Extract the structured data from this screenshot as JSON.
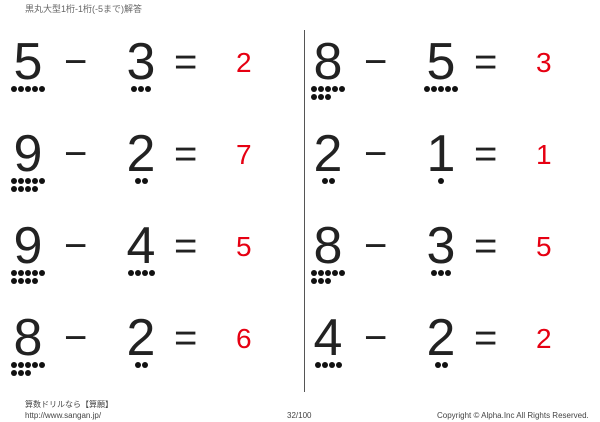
{
  "header": {
    "title": "黒丸大型1桁-1桁(-5まで)解答"
  },
  "problems": [
    {
      "a": 5,
      "b": 3,
      "answer": "2",
      "op": "−",
      "eq": "="
    },
    {
      "a": 8,
      "b": 5,
      "answer": "3",
      "op": "−",
      "eq": "="
    },
    {
      "a": 9,
      "b": 2,
      "answer": "7",
      "op": "−",
      "eq": "="
    },
    {
      "a": 2,
      "b": 1,
      "answer": "1",
      "op": "−",
      "eq": "="
    },
    {
      "a": 9,
      "b": 4,
      "answer": "5",
      "op": "−",
      "eq": "="
    },
    {
      "a": 8,
      "b": 3,
      "answer": "5",
      "op": "−",
      "eq": "="
    },
    {
      "a": 8,
      "b": 2,
      "answer": "6",
      "op": "−",
      "eq": "="
    },
    {
      "a": 4,
      "b": 2,
      "answer": "2",
      "op": "−",
      "eq": "="
    }
  ],
  "footer": {
    "brand": "算数ドリルなら【算願】",
    "url": "http://www.sangan.jp/",
    "page": "32/100",
    "copyright": "Copyright © Alpha.Inc All Rights Reserved."
  },
  "colors": {
    "answer": "#e60012"
  }
}
